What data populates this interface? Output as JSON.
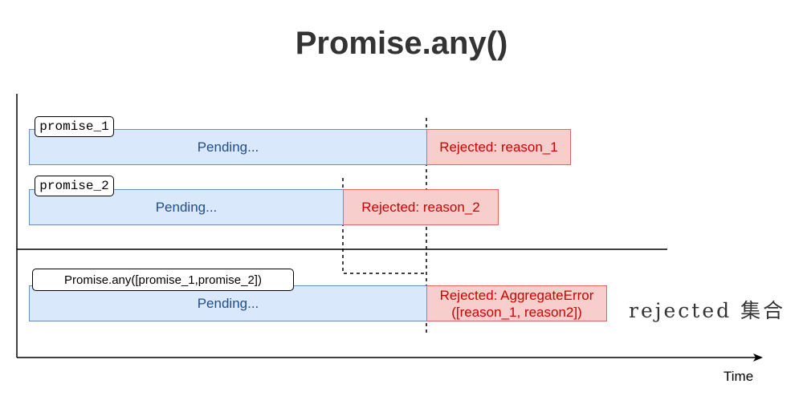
{
  "title": "Promise.any()",
  "axis": {
    "time_label": "Time"
  },
  "rows": [
    {
      "tag": "promise_1",
      "pending": "Pending...",
      "result": "Rejected: reason_1"
    },
    {
      "tag": "promise_2",
      "pending": "Pending...",
      "result": "Rejected: reason_2"
    },
    {
      "tag": "Promise.any([promise_1,promise_2])",
      "pending": "Pending...",
      "result_line1": "Rejected: AggregateError",
      "result_line2": "([reason_1, reason2])"
    }
  ],
  "note": "rejected 集合",
  "colors": {
    "pending_fill": "#dae8fc",
    "pending_stroke": "#6c8ebf",
    "rejected_fill": "#f8cecc",
    "rejected_stroke": "#e06666"
  }
}
